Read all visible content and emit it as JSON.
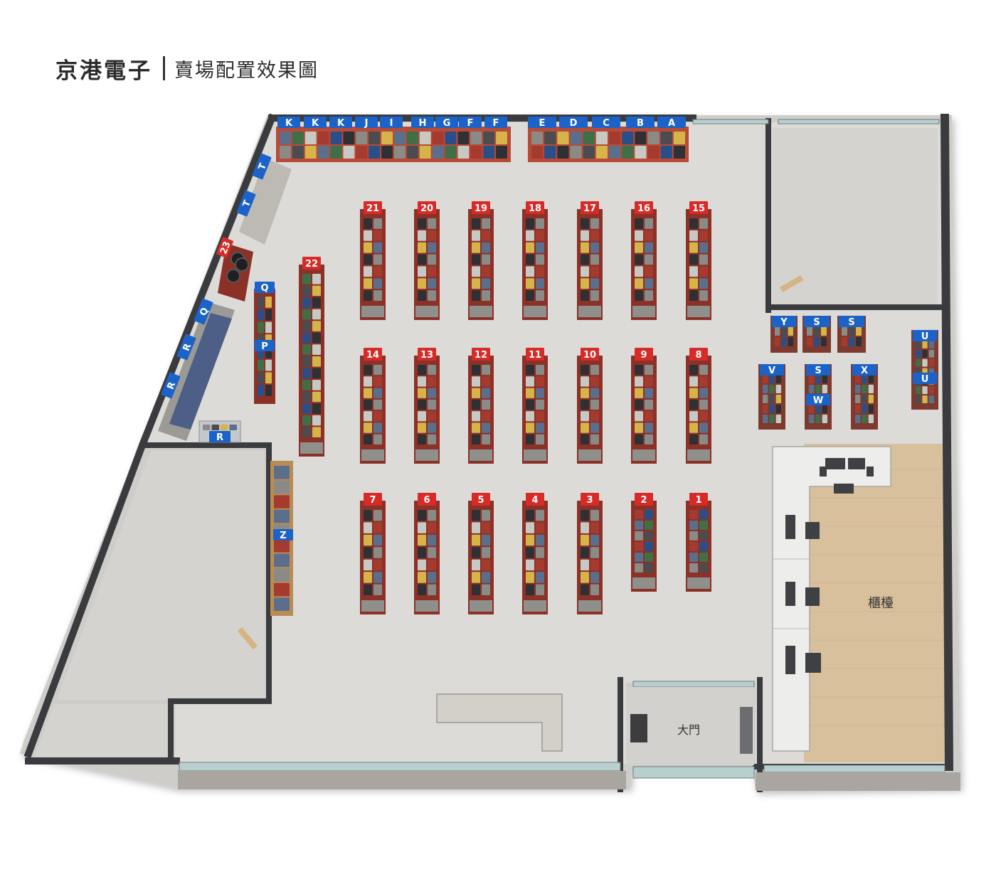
{
  "header": {
    "brand": "京港電子",
    "subtitle": "賣場配置效果圖"
  },
  "colors": {
    "wall": "#3a3b3e",
    "floor": "#d9d8d5",
    "shelf_red": "#8c3128",
    "tag_red": "#d62b27",
    "tag_blue": "#1c63c9",
    "counter_floor": "#d8bf9c",
    "counter_top": "#eeeeec"
  },
  "rooms": {
    "counter_label": "櫃檯",
    "entrance_label": "大門"
  },
  "numbered_aisles": [
    "21",
    "20",
    "19",
    "18",
    "17",
    "16",
    "15",
    "22",
    "14",
    "13",
    "12",
    "11",
    "10",
    "9",
    "8",
    "7",
    "6",
    "5",
    "4",
    "3",
    "2",
    "1",
    "23"
  ],
  "lettered_shelves": [
    "K",
    "K",
    "K",
    "J",
    "I",
    "H",
    "G",
    "F",
    "F",
    "E",
    "D",
    "C",
    "B",
    "A",
    "T",
    "T",
    "Q",
    "R",
    "R",
    "R",
    "Q",
    "P",
    "Z",
    "Y",
    "S",
    "S",
    "V",
    "S",
    "W",
    "X",
    "U",
    "U"
  ]
}
